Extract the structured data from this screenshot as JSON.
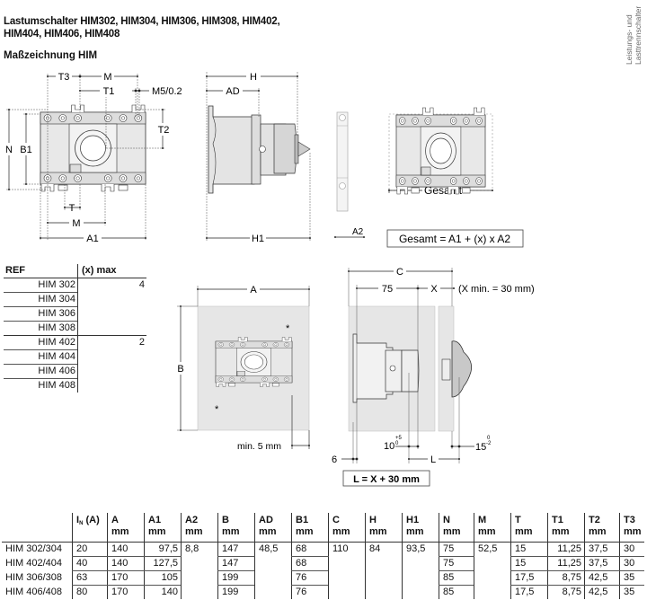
{
  "header": {
    "title_line1": "Lastumschalter HIM302, HIM304, HIM306, HIM308, HIM402,",
    "title_line2": "HIM404, HIM406, HIM408",
    "subtitle": "Maßzeichnung HIM",
    "side_label_line1": "Leistungs- und",
    "side_label_line2": "Lasttrennschalter"
  },
  "drawings": {
    "front": {
      "T3": "T3",
      "M_top": "M",
      "T1": "T1",
      "M5": "M5/0.2",
      "T2": "T2",
      "N": "N",
      "B1": "B1",
      "T": "T",
      "M_bottom": "M",
      "A1": "A1"
    },
    "side": {
      "H": "H",
      "AD": "AD",
      "H1": "H1"
    },
    "spacer": {
      "A2": "A2"
    },
    "assembly": {
      "gesamt": "Gesamt",
      "formula": "Gesamt = A1 + (x) x A2"
    },
    "panel_front": {
      "A": "A",
      "B": "B",
      "star": "*",
      "min": "min. 5 mm"
    },
    "panel_side": {
      "C": "C",
      "d75": "75",
      "X": "X",
      "xmin": "(X min. = 30 mm)",
      "d10": "10",
      "d10_tol_up": "+5",
      "d10_tol_down": "0",
      "d15": "15",
      "d15_tol_up": "0",
      "d15_tol_down": "-2",
      "d6": "6",
      "L": "L",
      "formula": "L = X + 30 mm"
    }
  },
  "ref_table": {
    "headers": [
      "REF",
      "(x) max"
    ],
    "rows": [
      {
        "ref": "HIM 302",
        "max": "4"
      },
      {
        "ref": "HIM 304",
        "max": ""
      },
      {
        "ref": "HIM 306",
        "max": ""
      },
      {
        "ref": "HIM 308",
        "max": ""
      },
      {
        "ref": "HIM 402",
        "max": "2"
      },
      {
        "ref": "HIM 404",
        "max": ""
      },
      {
        "ref": "HIM 406",
        "max": ""
      },
      {
        "ref": "HIM 408",
        "max": ""
      }
    ]
  },
  "dim_table": {
    "headers": [
      {
        "name": "I",
        "sub": "N",
        "unit": " (A)"
      },
      {
        "name": "A",
        "unit": "mm"
      },
      {
        "name": "A1",
        "unit": "mm"
      },
      {
        "name": "A2",
        "unit": "mm"
      },
      {
        "name": "B",
        "unit": "mm"
      },
      {
        "name": "AD",
        "unit": "mm"
      },
      {
        "name": "B1",
        "unit": "mm"
      },
      {
        "name": "C",
        "unit": "mm"
      },
      {
        "name": "H",
        "unit": "mm"
      },
      {
        "name": "H1",
        "unit": "mm"
      },
      {
        "name": "N",
        "unit": "mm"
      },
      {
        "name": "M",
        "unit": "mm"
      },
      {
        "name": "T",
        "unit": "mm"
      },
      {
        "name": "T1",
        "unit": "mm"
      },
      {
        "name": "T2",
        "unit": "mm"
      },
      {
        "name": "T3",
        "unit": "mm"
      }
    ],
    "shared": {
      "A2": "8,8",
      "AD": "48,5",
      "C": "110",
      "H": "84",
      "H1": "93,5",
      "M": "52,5"
    },
    "rows": [
      {
        "label": "HIM 302/304",
        "IN": "20",
        "A": "140",
        "A1": "97,5",
        "B": "147",
        "B1": "68",
        "N": "75",
        "T": "15",
        "T1": "11,25",
        "T2": "37,5",
        "T3": "30"
      },
      {
        "label": "HIM 402/404",
        "IN": "40",
        "A": "140",
        "A1": "127,5",
        "B": "147",
        "B1": "68",
        "N": "75",
        "T": "15",
        "T1": "11,25",
        "T2": "37,5",
        "T3": "30"
      },
      {
        "label": "HIM 306/308",
        "IN": "63",
        "A": "170",
        "A1": "105",
        "B": "199",
        "B1": "76",
        "N": "85",
        "T": "17,5",
        "T1": "8,75",
        "T2": "42,5",
        "T3": "35"
      },
      {
        "label": "HIM 406/408",
        "IN": "80",
        "A": "170",
        "A1": "140",
        "B": "199",
        "B1": "76",
        "N": "85",
        "T": "17,5",
        "T1": "8,75",
        "T2": "42,5",
        "T3": "35"
      }
    ]
  }
}
